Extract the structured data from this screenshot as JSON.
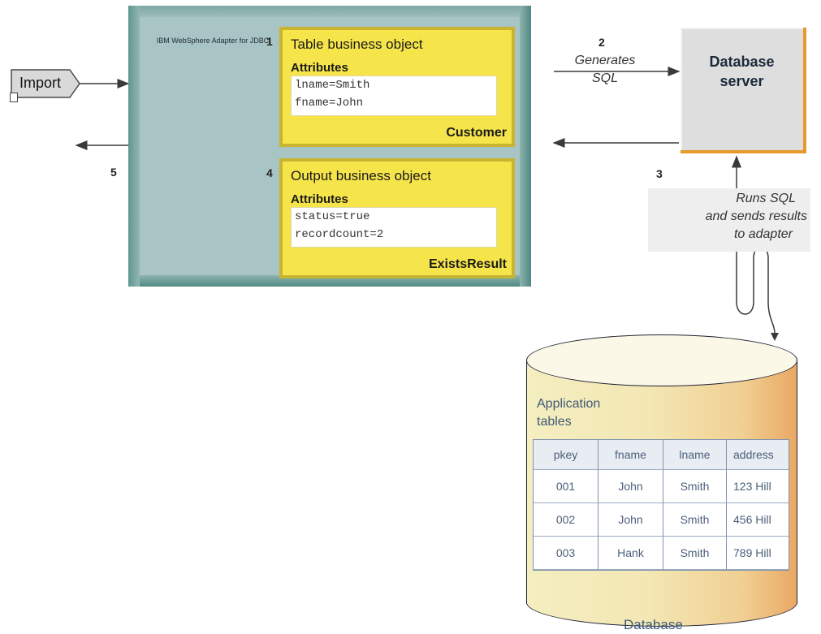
{
  "adapter": {
    "title": "IBM WebSphere Adapter for JDBC"
  },
  "import": {
    "label": "Import"
  },
  "steps": {
    "s1": "1",
    "s2": "2",
    "s3": "3",
    "s4": "4",
    "s5": "5"
  },
  "table_bo": {
    "title": "Table business object",
    "attributes_label": "Attributes",
    "values": [
      "lname=Smith",
      "fname=John"
    ],
    "name": "Customer"
  },
  "output_bo": {
    "title": "Output business object",
    "attributes_label": "Attributes",
    "values": [
      "status=true",
      "recordcount=2"
    ],
    "name": "ExistsResult"
  },
  "generates_sql": {
    "line1": "Generates",
    "line2": "SQL"
  },
  "db_server": {
    "line1": "Database",
    "line2": "server"
  },
  "runs_sql": {
    "line1": "Runs SQL",
    "line2": "and sends results",
    "line3": "to adapter"
  },
  "database": {
    "app_label_line1": "Application",
    "app_label_line2": "tables",
    "caption": "Database",
    "columns": [
      "pkey",
      "fname",
      "lname",
      "address"
    ],
    "rows": [
      [
        "001",
        "John",
        "Smith",
        "123 Hill"
      ],
      [
        "002",
        "John",
        "Smith",
        "456 Hill"
      ],
      [
        "003",
        "Hank",
        "Smith",
        "789 Hill"
      ]
    ]
  },
  "colors": {
    "adapter_frame": "#b4ccc8",
    "bo_fill": "#f5e44a",
    "server_accent": "#e59a2a"
  }
}
